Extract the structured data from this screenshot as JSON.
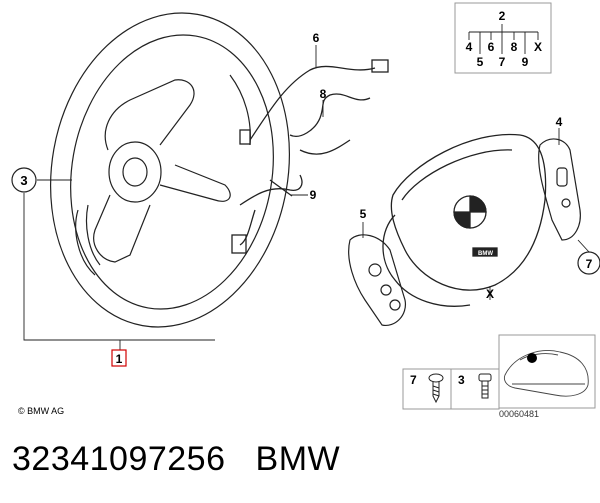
{
  "diagram": {
    "callouts": {
      "c1": "1",
      "c3": "3",
      "c4": "4",
      "c5": "5",
      "c6": "6",
      "c7": "7",
      "c8": "8",
      "c9": "9",
      "cx": "X"
    },
    "key_box": {
      "top": "2",
      "row1": [
        "4",
        "6",
        "8",
        "X"
      ],
      "row2": [
        "5",
        "7",
        "9"
      ]
    },
    "hardware": {
      "screw_label": "7",
      "bolt_label": "3"
    },
    "copyright": "© BMW AG",
    "ref_number": "00060481",
    "airbag_badge": "BMW"
  },
  "footer": {
    "part_number": "32341097256",
    "brand": "BMW"
  }
}
